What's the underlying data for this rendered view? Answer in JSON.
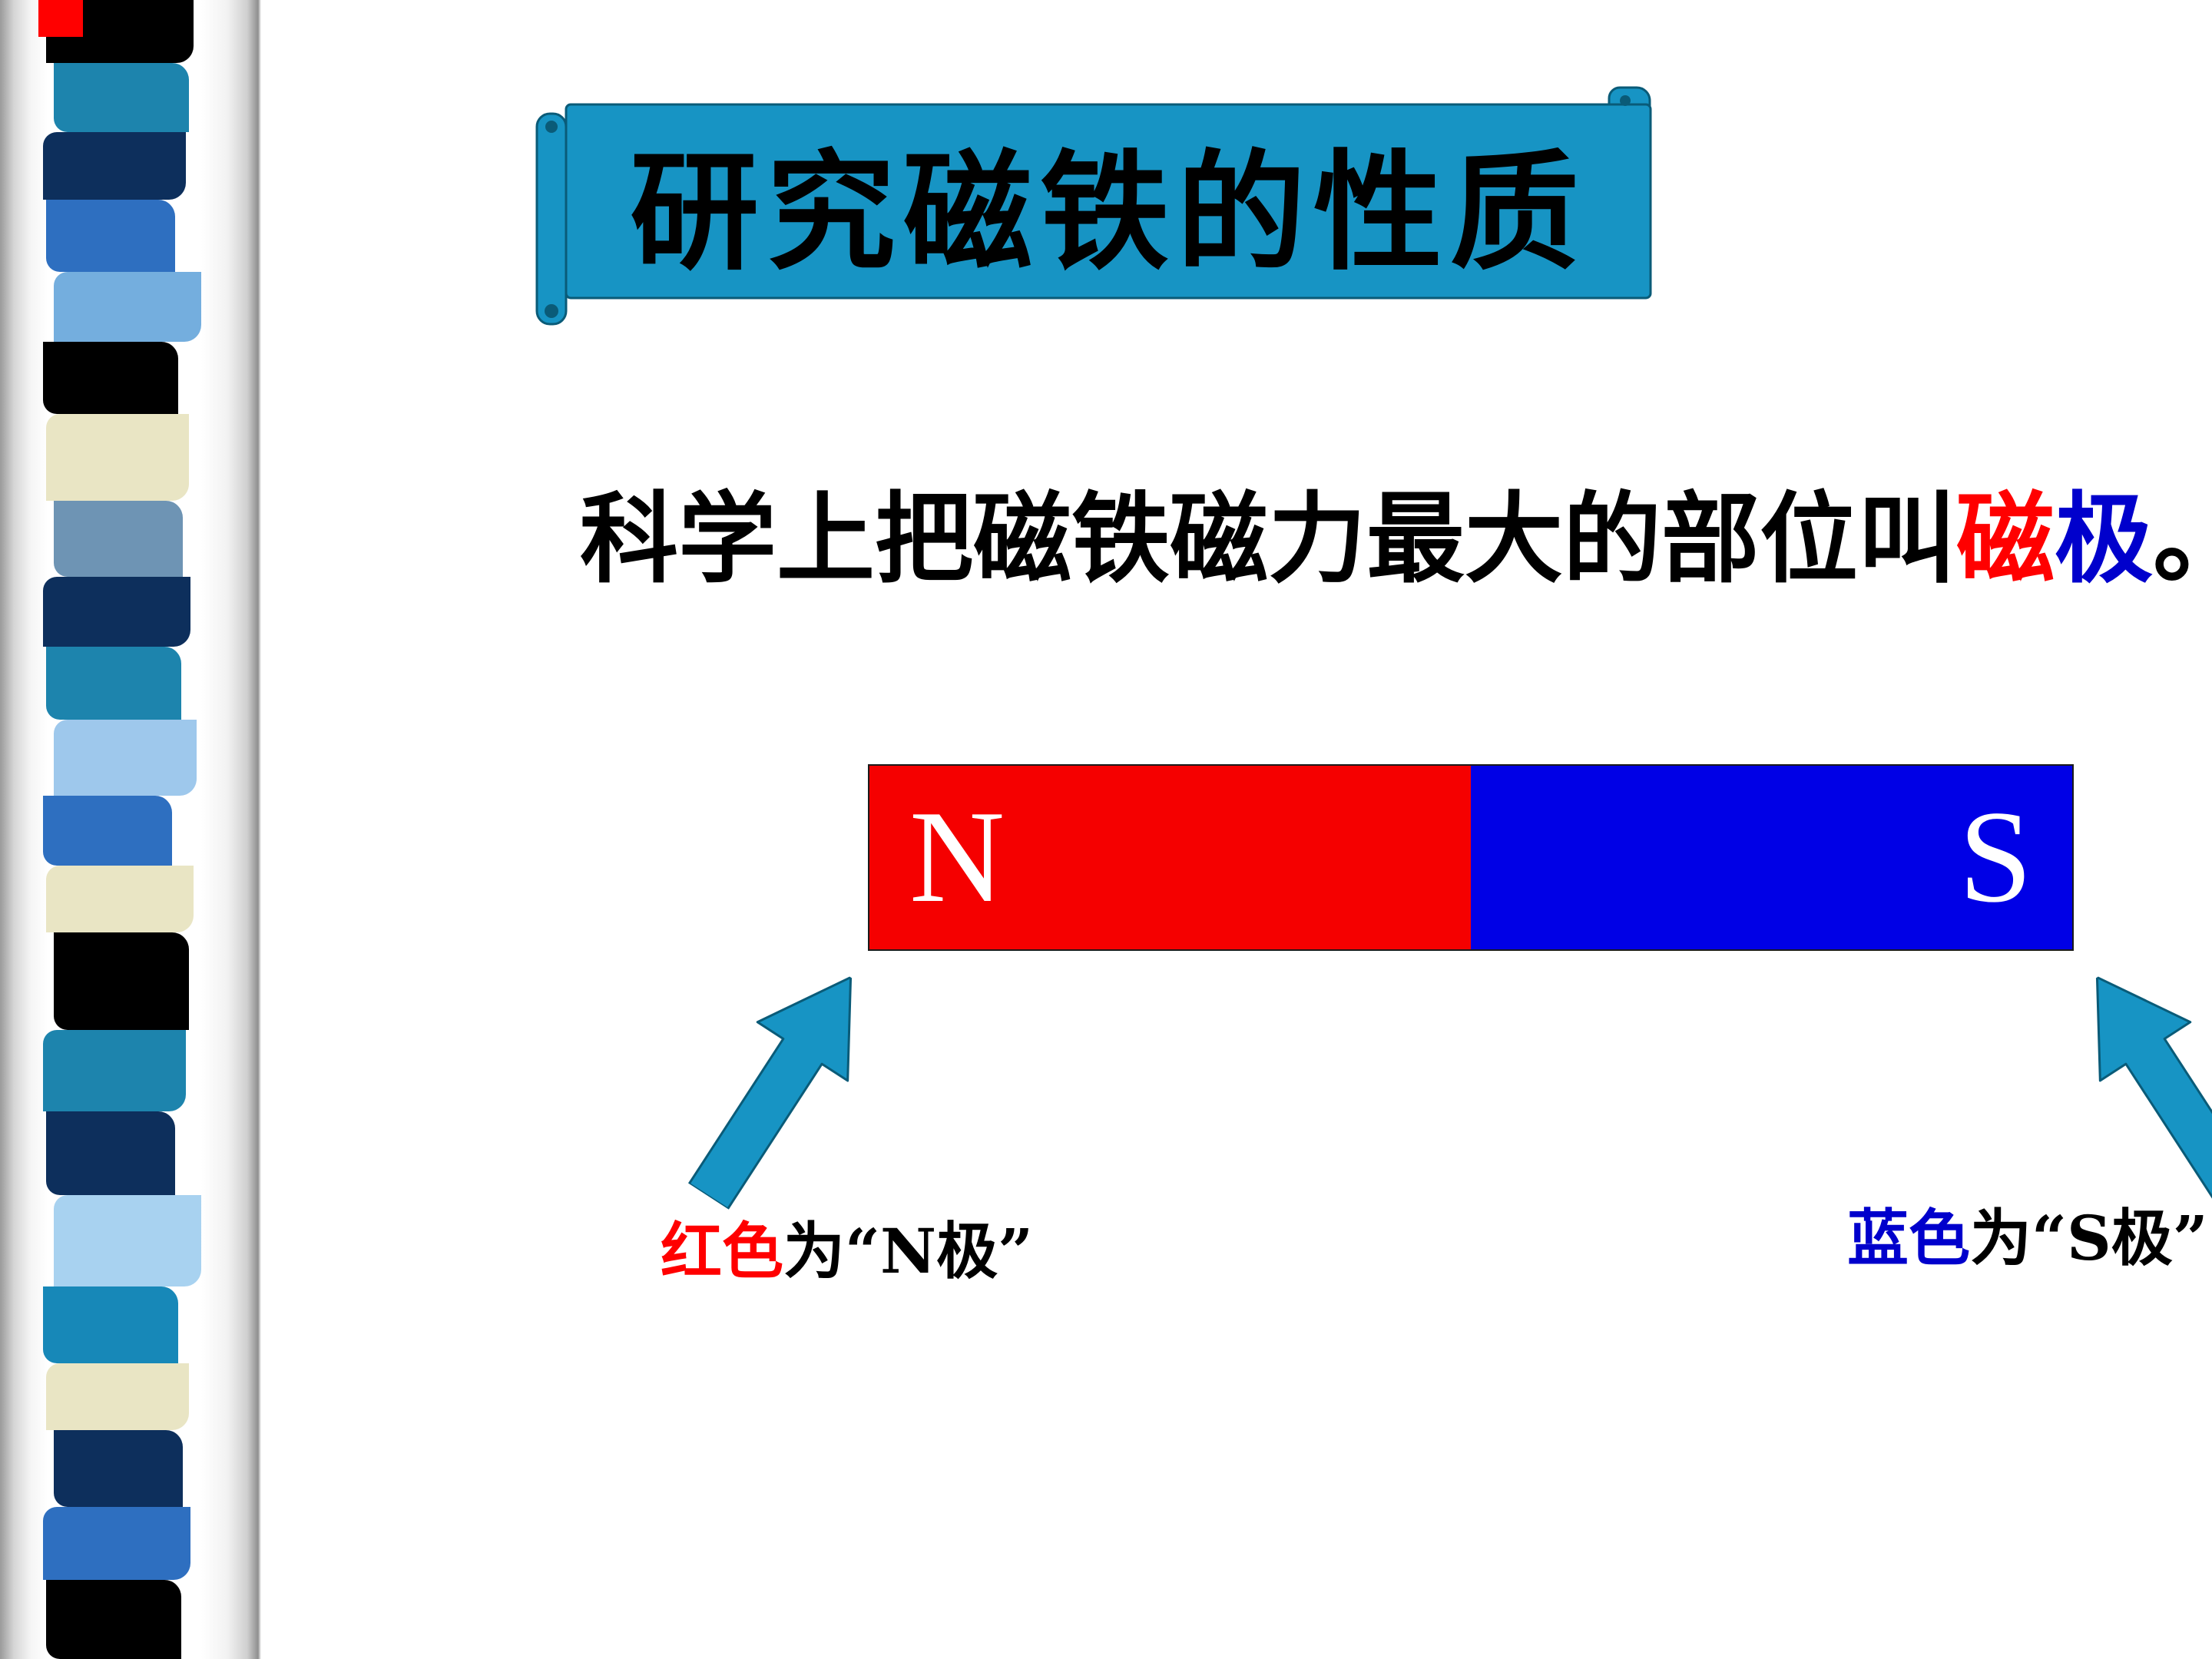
{
  "colors": {
    "accent": "#1794C4",
    "banner_stroke": "#0A5B78",
    "red": "#FF0000",
    "blue": "#0000CC",
    "magnet_red": "#F50000",
    "magnet_blue": "#0000E6"
  },
  "title": "研究磁铁的性质",
  "body": {
    "prefix": "科学上把磁铁磁力最大的部位叫",
    "red_word": "磁",
    "blue_word": "极",
    "period": "。"
  },
  "magnet": {
    "n": "N",
    "s": "S"
  },
  "captions": {
    "left": {
      "word": "红色",
      "rest": "为“N极”"
    },
    "right": {
      "word": "蓝色",
      "rest": "为“S极”"
    }
  },
  "sidebar": {
    "ribbon": [
      {
        "c": "#000000",
        "h": 45
      },
      {
        "c": "#1D84AD",
        "h": 50
      },
      {
        "c": "#0D2F5C",
        "h": 48
      },
      {
        "c": "#2E6FC0",
        "h": 52
      },
      {
        "c": "#74AEDE",
        "h": 50
      },
      {
        "c": "#000000",
        "h": 52
      },
      {
        "c": "#E9E5C4",
        "h": 62
      },
      {
        "c": "#6E94B4",
        "h": 55
      },
      {
        "c": "#0D2F5C",
        "h": 50
      },
      {
        "c": "#1D84AD",
        "h": 52
      },
      {
        "c": "#9EC8EC",
        "h": 55
      },
      {
        "c": "#2E6FC0",
        "h": 50
      },
      {
        "c": "#E9E5C4",
        "h": 48
      },
      {
        "c": "#000000",
        "h": 70
      },
      {
        "c": "#1D84AD",
        "h": 58
      },
      {
        "c": "#0D2F5C",
        "h": 60
      },
      {
        "c": "#A8D2F0",
        "h": 66
      },
      {
        "c": "#1788B8",
        "h": 55
      },
      {
        "c": "#E9E5C4",
        "h": 48
      },
      {
        "c": "#0D2F5C",
        "h": 55
      },
      {
        "c": "#2E6FC0",
        "h": 52
      },
      {
        "c": "#000000",
        "h": 57
      }
    ]
  }
}
